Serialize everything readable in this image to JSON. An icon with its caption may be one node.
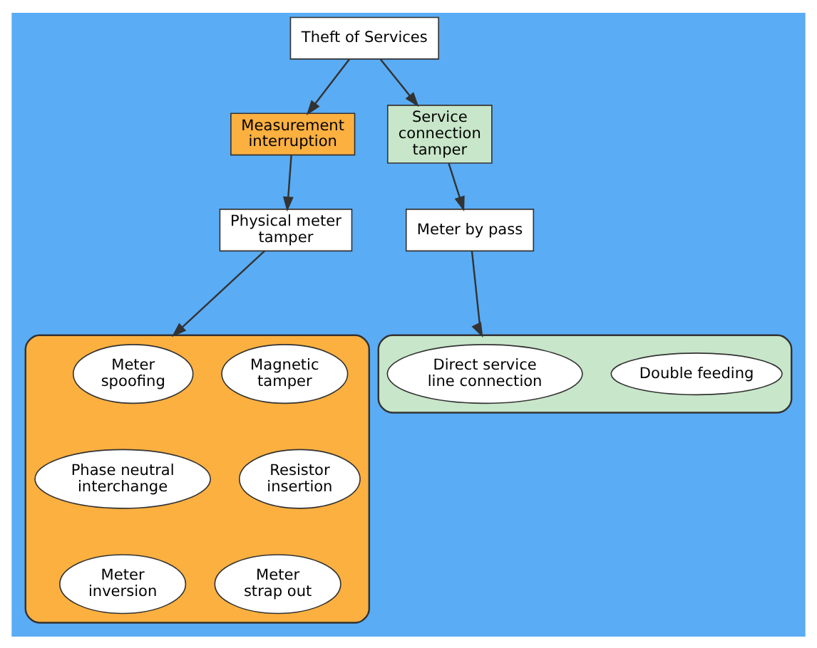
{
  "diagram": {
    "nodes": [
      {
        "text": [
          "Theft of Services"
        ]
      },
      {
        "text": [
          "Measurement interruption"
        ]
      },
      {
        "text": [
          "Service connection tamper"
        ]
      },
      {
        "text": [
          "Physical meter tamper"
        ]
      },
      {
        "text": [
          "Meter by pass"
        ]
      },
      {
        "text": [],
        "shape": "ellipse"
      },
      {
        "text": [
          "Meter spoofing"
        ],
        "in": 5
      },
      {
        "text": [
          "Magnetic tamper"
        ],
        "in": 5
      },
      {
        "text": [
          "Phase neutral interchange"
        ],
        "in": 5
      },
      {
        "text": [
          "Resistor insertion"
        ],
        "in": 5
      },
      {
        "text": [
          "Meter inversion"
        ],
        "in": 5
      },
      {
        "text": [
          "Meter strap out"
        ],
        "in": 5
      },
      {
        "text": [],
        "shape": "ellipse"
      },
      {
        "text": [
          "Direct service line connection"
        ],
        "in": 12
      },
      {
        "text": [
          "Double feeding"
        ],
        "in": 12
      }
    ],
    "edges": [
      {
        "from": 0,
        "to": 1,
        "arrow": "to"
      },
      {
        "from": 0,
        "to": 2,
        "arrow": "to"
      },
      {
        "from": 1,
        "to": 3,
        "arrow": "to"
      },
      {
        "from": 2,
        "to": 4,
        "arrow": "to"
      },
      {
        "from": 3,
        "to": 5,
        "arrow": "to"
      },
      {
        "from": 4,
        "to": 12,
        "arrow": "to"
      }
    ]
  }
}
